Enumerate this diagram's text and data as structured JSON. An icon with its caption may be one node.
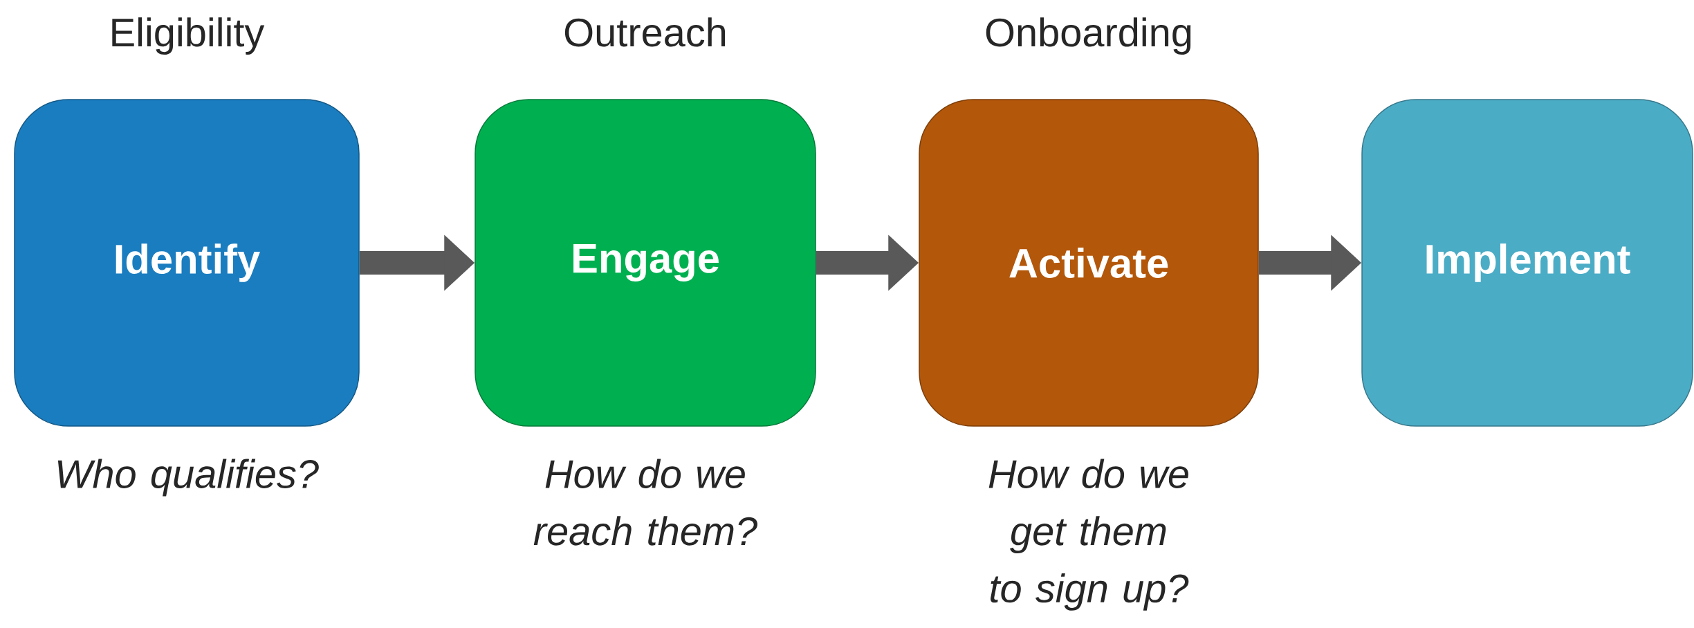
{
  "diagram": {
    "nodes": [
      {
        "text": [
          "Eligibility",
          "Identify"
        ],
        "beside": [
          "Who qualifies?"
        ]
      },
      {
        "text": [
          "Outreach",
          "Engage"
        ],
        "beside": [
          "How do we reach them?"
        ]
      },
      {
        "text": [
          "Onboarding",
          "Activate"
        ],
        "beside": [
          "How do we get them to sign up?"
        ]
      },
      {
        "text": [
          "Implement"
        ]
      }
    ],
    "edges": [
      {
        "from": 0,
        "to": 1,
        "arrow": "to"
      },
      {
        "from": 1,
        "to": 2,
        "arrow": "to"
      },
      {
        "from": 2,
        "to": 3,
        "arrow": "to"
      }
    ]
  }
}
